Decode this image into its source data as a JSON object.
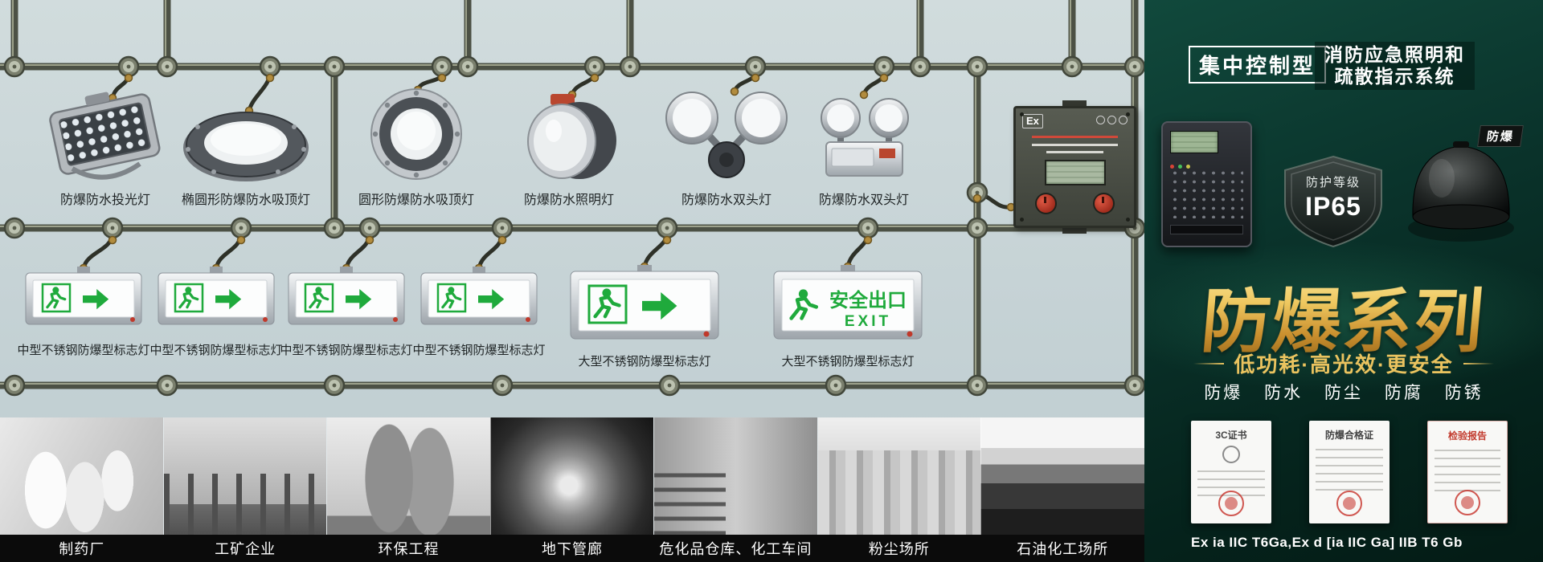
{
  "colors": {
    "gold": "#eec75f",
    "sign_green": "#1faa3c",
    "panel_bg": "#07251f",
    "steel_bg": "#c8d5d7"
  },
  "left": {
    "products": [
      {
        "label": "防爆防水投光灯"
      },
      {
        "label": "椭圆形防爆防水吸顶灯"
      },
      {
        "label": "圆形防爆防水吸顶灯"
      },
      {
        "label": "防爆防水照明灯"
      },
      {
        "label": "防爆防水双头灯"
      },
      {
        "label": "防爆防水双头灯"
      }
    ],
    "signs": [
      {
        "label": "中型不锈钢防爆型标志灯"
      },
      {
        "label": "中型不锈钢防爆型标志灯"
      },
      {
        "label": "中型不锈钢防爆型标志灯"
      },
      {
        "label": "中型不锈钢防爆型标志灯"
      },
      {
        "label": "大型不锈钢防爆型标志灯"
      },
      {
        "label": "大型不锈钢防爆型标志灯"
      }
    ],
    "exit_sign": {
      "cn": "安全出口",
      "en": "EXIT"
    },
    "control_box": {
      "ex_mark": "Ex"
    },
    "scenes": [
      "制药厂",
      "工矿企业",
      "环保工程",
      "地下管廊",
      "危化品仓库、化工车间",
      "粉尘场所",
      "石油化工场所"
    ]
  },
  "right": {
    "type_badge": "集中控制型",
    "subtitle_line1": "消防应急照明和",
    "subtitle_line2": "疏散指示系统",
    "ip_rating": {
      "label": "防护等级",
      "value": "IP65"
    },
    "helmet_badge": "防爆",
    "series_title": "防爆系列",
    "slogan": "低功耗·高光效·更安全",
    "features": [
      "防爆",
      "防水",
      "防尘",
      "防腐",
      "防锈"
    ],
    "certs": [
      {
        "title": "3C证书"
      },
      {
        "title": "防爆合格证"
      },
      {
        "title": "检验报告"
      }
    ],
    "ex_spec": "Ex ia IIC T6Ga,Ex d [ia IIC Ga] IIB T6 Gb"
  }
}
